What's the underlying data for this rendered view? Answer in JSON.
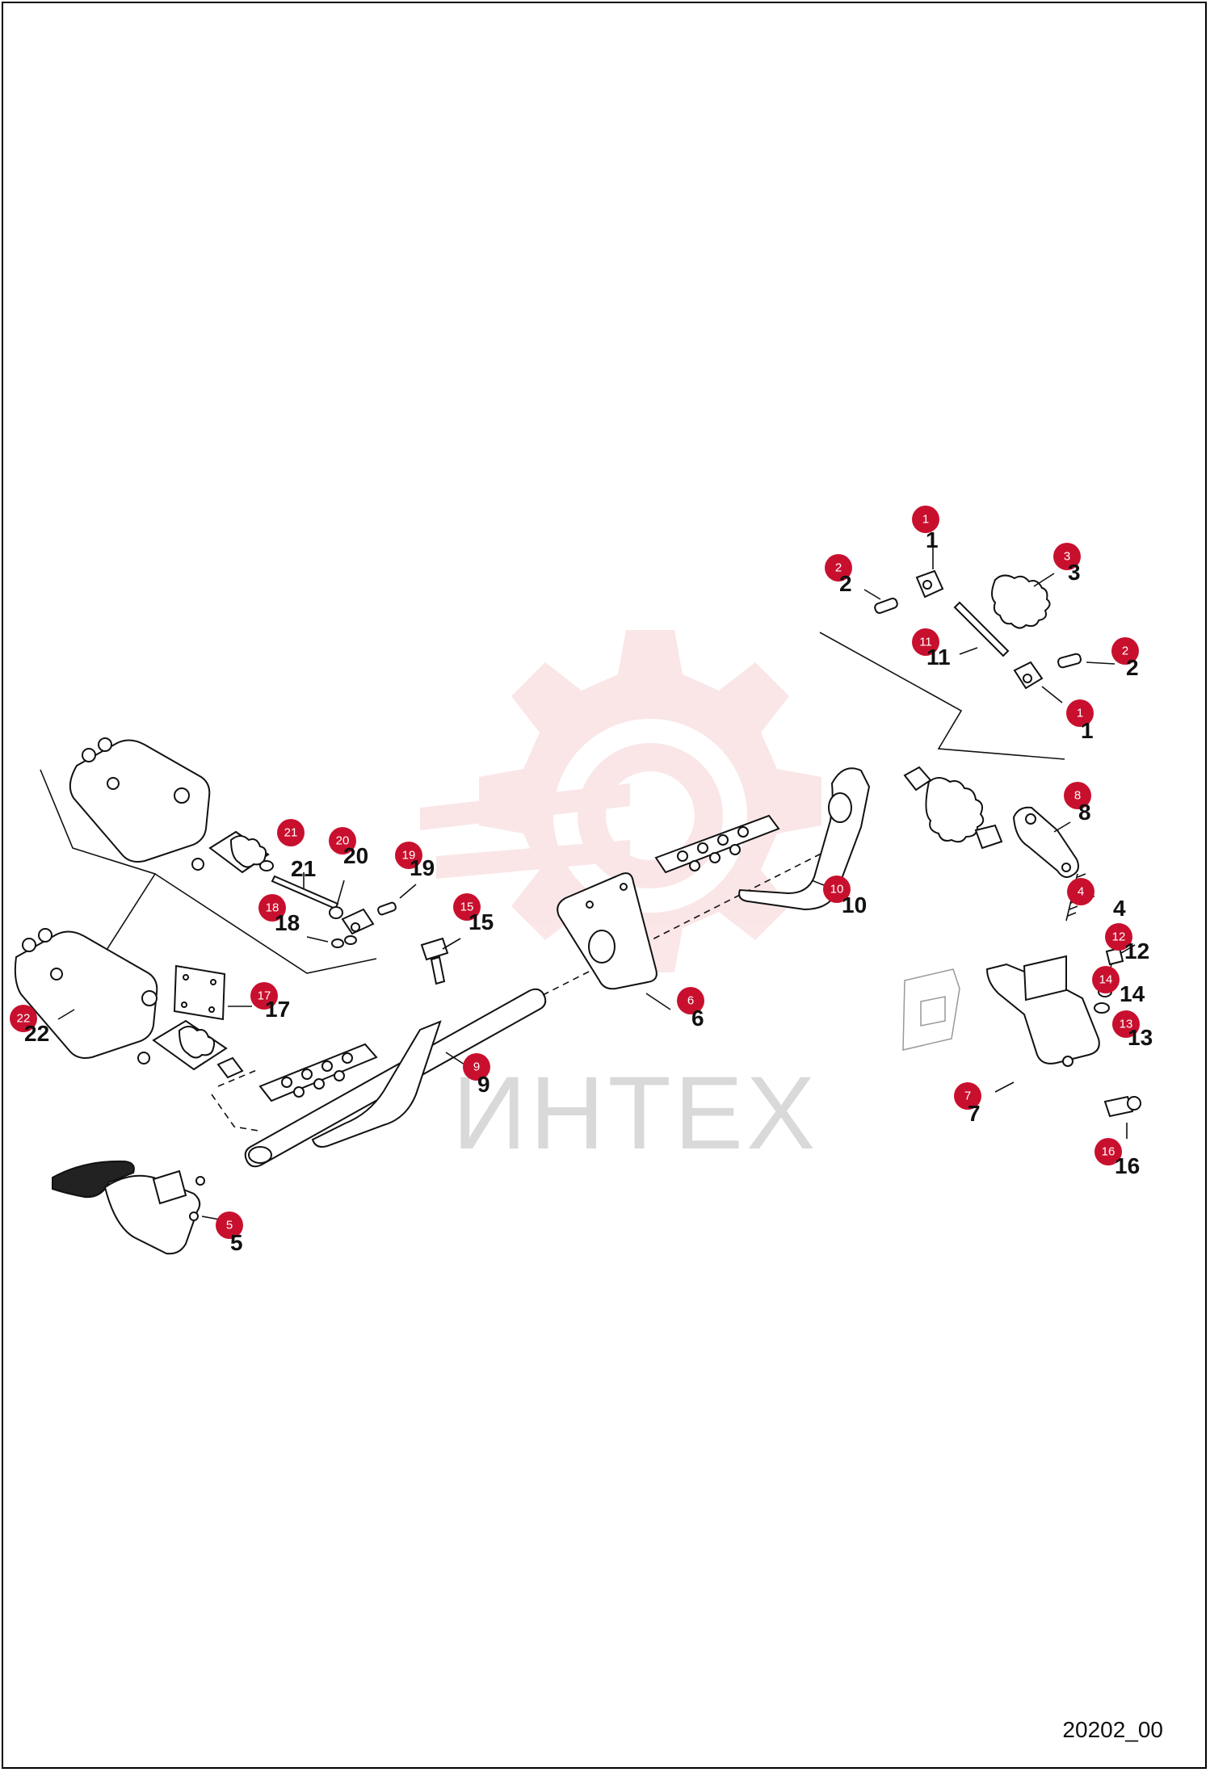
{
  "diagram": {
    "drawing_code": "20202_00",
    "watermark_text": "ИНТЕХ",
    "colors": {
      "callout": "#c8102e",
      "line": "#111111",
      "watermark": "#f3b9bd"
    },
    "callouts": [
      {
        "id": "c1a",
        "number": "1",
        "label": "1"
      },
      {
        "id": "c1b",
        "number": "1",
        "label": "1"
      },
      {
        "id": "c2a",
        "number": "2",
        "label": "2"
      },
      {
        "id": "c2b",
        "number": "2",
        "label": "2"
      },
      {
        "id": "c3",
        "number": "3",
        "label": "3"
      },
      {
        "id": "c4",
        "number": "4",
        "label": "4"
      },
      {
        "id": "c5",
        "number": "5",
        "label": "5"
      },
      {
        "id": "c6",
        "number": "6",
        "label": "6"
      },
      {
        "id": "c7",
        "number": "7",
        "label": "7"
      },
      {
        "id": "c8",
        "number": "8",
        "label": "8"
      },
      {
        "id": "c9",
        "number": "9",
        "label": "9"
      },
      {
        "id": "c10",
        "number": "10",
        "label": "10"
      },
      {
        "id": "c11",
        "number": "11",
        "label": "11"
      },
      {
        "id": "c12",
        "number": "12",
        "label": "12"
      },
      {
        "id": "c13",
        "number": "13",
        "label": "13"
      },
      {
        "id": "c14",
        "number": "14",
        "label": "14"
      },
      {
        "id": "c15",
        "number": "15",
        "label": "15"
      },
      {
        "id": "c16",
        "number": "16",
        "label": "16"
      },
      {
        "id": "c17",
        "number": "17",
        "label": "17"
      },
      {
        "id": "c18",
        "number": "18",
        "label": "18"
      },
      {
        "id": "c19",
        "number": "19",
        "label": "19"
      },
      {
        "id": "c20",
        "number": "20",
        "label": "20"
      },
      {
        "id": "c21",
        "number": "21",
        "label": "21"
      },
      {
        "id": "c22",
        "number": "22",
        "label": "22"
      }
    ]
  }
}
